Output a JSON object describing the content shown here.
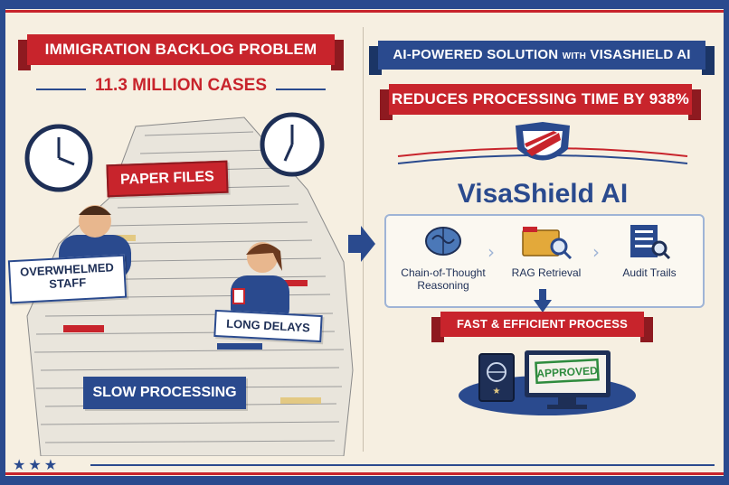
{
  "left": {
    "title": "IMMIGRATION BACKLOG PROBLEM",
    "cases": "11.3 MILLION CASES",
    "paper_files": "PAPER FILES",
    "overwhelmed_line1": "OVERWHELMED",
    "overwhelmed_line2": "STAFF",
    "long_delays": "LONG DELAYS",
    "slow_processing": "SLOW PROCESSING"
  },
  "right": {
    "title_a": "AI-POWERED SOLUTION ",
    "title_b": "WITH",
    "title_c": " VISASHIELD AI",
    "reduces": "REDUCES PROCESSING TIME BY 938%",
    "brand": "VisaShield AI",
    "steps": [
      {
        "line1": "Chain-of-Thought",
        "line2": "Reasoning",
        "icon": "brain-icon"
      },
      {
        "line1": "RAG Retrieval",
        "line2": "",
        "icon": "folder-search-icon"
      },
      {
        "line1": "Audit Trails",
        "line2": "",
        "icon": "checklist-icon"
      }
    ],
    "fast": "FAST & EFFICIENT PROCESS",
    "stamp": "APPROVED"
  },
  "colors": {
    "red": "#c8242c",
    "blue": "#2a4a8e",
    "cream": "#f6efe1"
  }
}
